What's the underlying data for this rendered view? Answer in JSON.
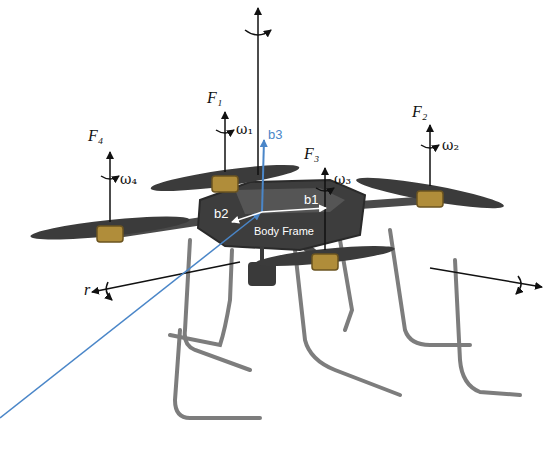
{
  "diagram": {
    "labels": [
      "F₁",
      "F₂",
      "F₃",
      "F₄",
      "ω₁",
      "ω₂",
      "ω₃",
      "ω₄",
      "b3",
      "b2",
      "b1",
      "Body Frame",
      "r"
    ]
  }
}
